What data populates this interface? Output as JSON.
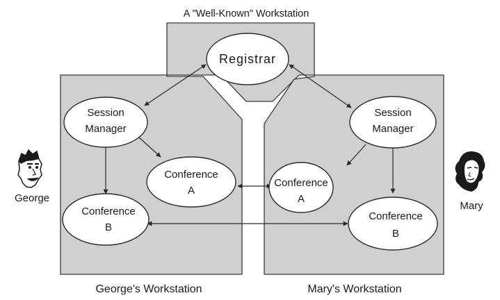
{
  "diagram": {
    "title": "A \"Well-Known\" Workstation",
    "george_workstation_label": "George's Workstation",
    "mary_workstation_label": "Mary's Workstation",
    "people": {
      "george": "George",
      "mary": "Mary"
    },
    "nodes": {
      "registrar": "Registrar",
      "george_session_manager": [
        "Session",
        "Manager"
      ],
      "george_conference_a": [
        "Conference",
        "A"
      ],
      "george_conference_b": [
        "Conference",
        "B"
      ],
      "mary_session_manager": [
        "Session",
        "Manager"
      ],
      "mary_conference_a": [
        "Conference",
        "A"
      ],
      "mary_conference_b": [
        "Conference",
        "B"
      ]
    }
  }
}
